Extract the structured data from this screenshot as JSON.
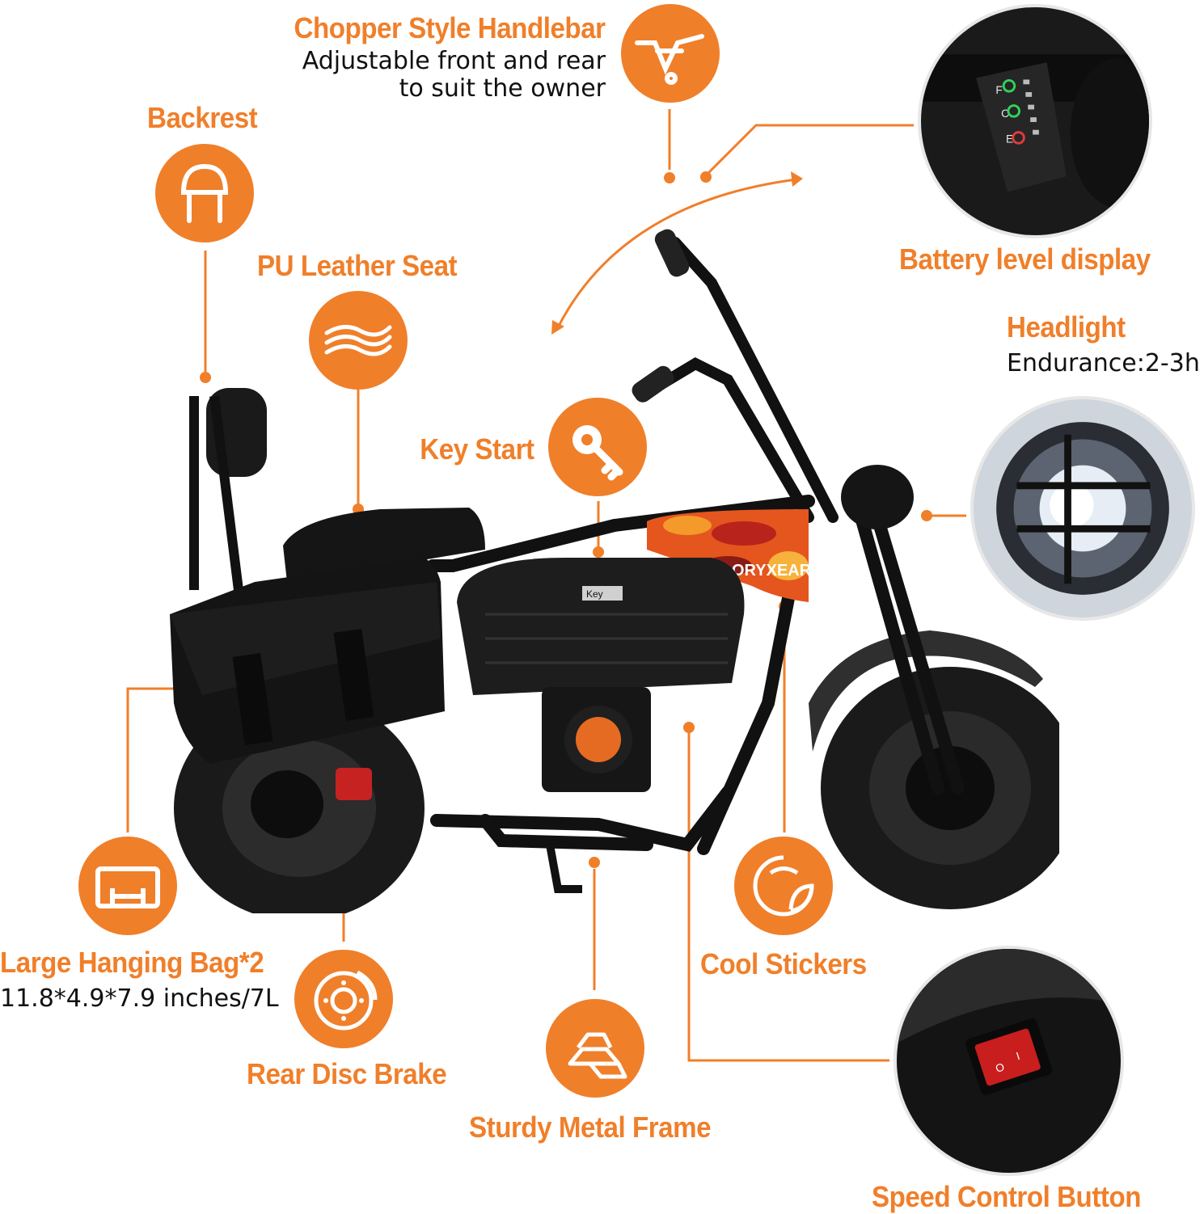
{
  "features": {
    "handlebar": {
      "title": "Chopper Style Handlebar",
      "desc_line1": "Adjustable front and rear",
      "desc_line2": "to suit the owner",
      "icon": "handlebar-icon"
    },
    "backrest": {
      "title": "Backrest",
      "icon": "backrest-icon"
    },
    "seat": {
      "title": "PU Leather Seat",
      "icon": "leather-icon"
    },
    "key": {
      "title": "Key Start",
      "icon": "key-icon"
    },
    "battery": {
      "title": "Battery level display"
    },
    "headlight": {
      "title": "Headlight",
      "desc": "Endurance:2-3h"
    },
    "bag": {
      "title": "Large Hanging Bag*2",
      "desc": "11.8*4.9*7.9 inches/7L",
      "icon": "bag-icon"
    },
    "brake": {
      "title": "Rear Disc Brake",
      "icon": "disc-brake-icon"
    },
    "frame": {
      "title": "Sturdy Metal Frame",
      "icon": "metal-bars-icon"
    },
    "stickers": {
      "title": "Cool Stickers",
      "icon": "sticker-icon"
    },
    "speed": {
      "title": "Speed Control Button"
    }
  },
  "product": {
    "brand_text": "ORYXEARTH",
    "key_label": "Key",
    "battery_marks": [
      "F",
      "C",
      "E"
    ],
    "switch_marks": [
      "O",
      "I"
    ]
  },
  "colors": {
    "accent": "#f07f2a",
    "bike_body": "#111111",
    "text": "#111111"
  }
}
